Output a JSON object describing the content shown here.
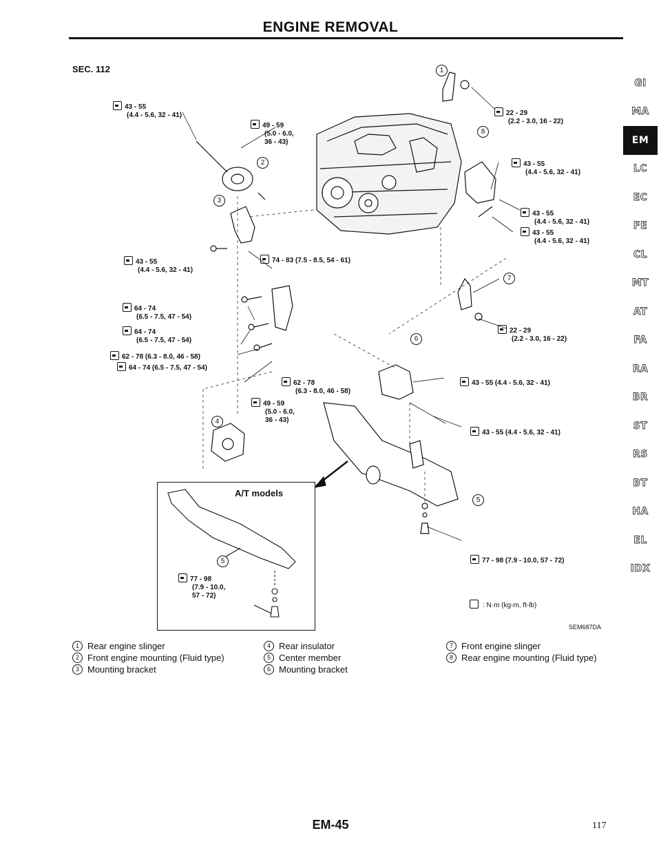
{
  "header": {
    "title": "ENGINE REMOVAL",
    "section": "SEC. 112"
  },
  "torques": [
    {
      "id": "t1",
      "value": "43 - 55",
      "sub": "(4.4 - 5.6, 32 - 41)"
    },
    {
      "id": "t2",
      "value": "49 - 59",
      "sub": "(5.0 - 6.0,",
      "sub2": "36 - 43)"
    },
    {
      "id": "t3",
      "value": "22 - 29",
      "sub": "(2.2 - 3.0, 16 - 22)"
    },
    {
      "id": "t4",
      "value": "43 - 55",
      "sub": "(4.4 - 5.6, 32 - 41)"
    },
    {
      "id": "t5",
      "value": "43 - 55",
      "sub": "(4.4 - 5.6, 32 - 41)"
    },
    {
      "id": "t6",
      "value": "43 - 55",
      "sub": "(4.4 - 5.6, 32 - 41)"
    },
    {
      "id": "t7",
      "value": "43 - 55",
      "sub": "(4.4 - 5.6, 32 - 41)"
    },
    {
      "id": "t8",
      "value": "74 - 83 (7.5 - 8.5, 54 - 61)"
    },
    {
      "id": "t9",
      "value": "64 - 74",
      "sub": "(6.5 - 7.5, 47 - 54)"
    },
    {
      "id": "t10",
      "value": "64 - 74",
      "sub": "(6.5 - 7.5, 47 - 54)"
    },
    {
      "id": "t11",
      "value": "62 - 78 (6.3 - 8.0, 46 - 58)"
    },
    {
      "id": "t12",
      "value": "64 - 74 (6.5 - 7.5, 47 - 54)"
    },
    {
      "id": "t13",
      "value": "22 - 29",
      "sub": "(2.2 - 3.0, 16 - 22)"
    },
    {
      "id": "t14",
      "value": "62 - 78",
      "sub": "(6.3 - 8.0, 46 - 58)"
    },
    {
      "id": "t15",
      "value": "49 - 59",
      "sub": "(5.0 - 6.0,",
      "sub2": "36 - 43)"
    },
    {
      "id": "t16",
      "value": "43 - 55 (4.4 - 5.6, 32 - 41)"
    },
    {
      "id": "t17",
      "value": "43 - 55 (4.4 - 5.6, 32 - 41)"
    },
    {
      "id": "t18",
      "value": "77 - 98 (7.9 - 10.0, 57 - 72)"
    },
    {
      "id": "t19",
      "value": "77 - 98",
      "sub": "(7.9 - 10.0,",
      "sub2": "57 - 72)"
    }
  ],
  "callouts": [
    "1",
    "2",
    "3",
    "4",
    "5",
    "6",
    "7",
    "8"
  ],
  "at_models_label": "A/T models",
  "torque_legend": ": N·m (kg-m, ft-lb)",
  "figure_code": "SEM687DA",
  "legend": [
    {
      "num": "1",
      "text": "Rear engine slinger"
    },
    {
      "num": "2",
      "text": "Front engine mounting (Fluid type)"
    },
    {
      "num": "3",
      "text": "Mounting bracket"
    },
    {
      "num": "4",
      "text": "Rear insulator"
    },
    {
      "num": "5",
      "text": "Center member"
    },
    {
      "num": "6",
      "text": "Mounting bracket"
    },
    {
      "num": "7",
      "text": "Front engine slinger"
    },
    {
      "num": "8",
      "text": "Rear engine mounting (Fluid type)"
    }
  ],
  "side_tabs": [
    "GI",
    "MA",
    "EM",
    "LC",
    "EC",
    "FE",
    "CL",
    "MT",
    "AT",
    "FA",
    "RA",
    "BR",
    "ST",
    "RS",
    "BT",
    "HA",
    "EL",
    "IDX"
  ],
  "active_tab": "EM",
  "footer": {
    "code": "EM-45",
    "page": "117"
  }
}
